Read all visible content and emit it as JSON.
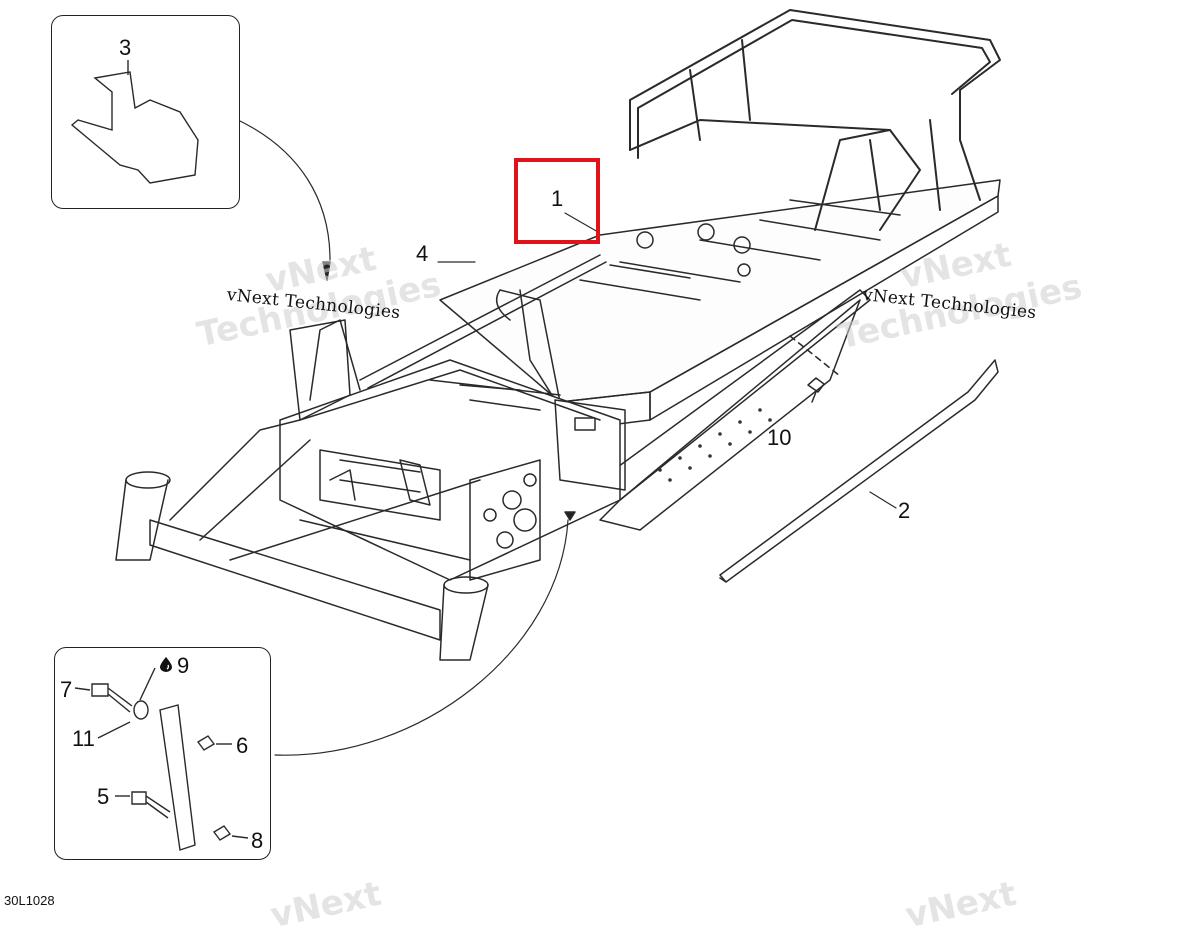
{
  "diagram_code": "30L1028",
  "watermark": {
    "text": "vNext Technologies",
    "big_line1": "vNext",
    "big_line2": "Technologies"
  },
  "callouts": [
    {
      "id": "1",
      "label": "1",
      "highlighted": true
    },
    {
      "id": "2",
      "label": "2"
    },
    {
      "id": "3",
      "label": "3"
    },
    {
      "id": "4",
      "label": "4"
    },
    {
      "id": "5",
      "label": "5"
    },
    {
      "id": "6",
      "label": "6"
    },
    {
      "id": "7",
      "label": "7"
    },
    {
      "id": "8",
      "label": "8"
    },
    {
      "id": "9",
      "label": "9",
      "icon": "oil-drop-icon"
    },
    {
      "id": "10",
      "label": "10"
    },
    {
      "id": "11",
      "label": "11"
    }
  ],
  "colors": {
    "highlight": "#e0131b",
    "line": "#222222",
    "watermark": "#cdcdcd"
  }
}
